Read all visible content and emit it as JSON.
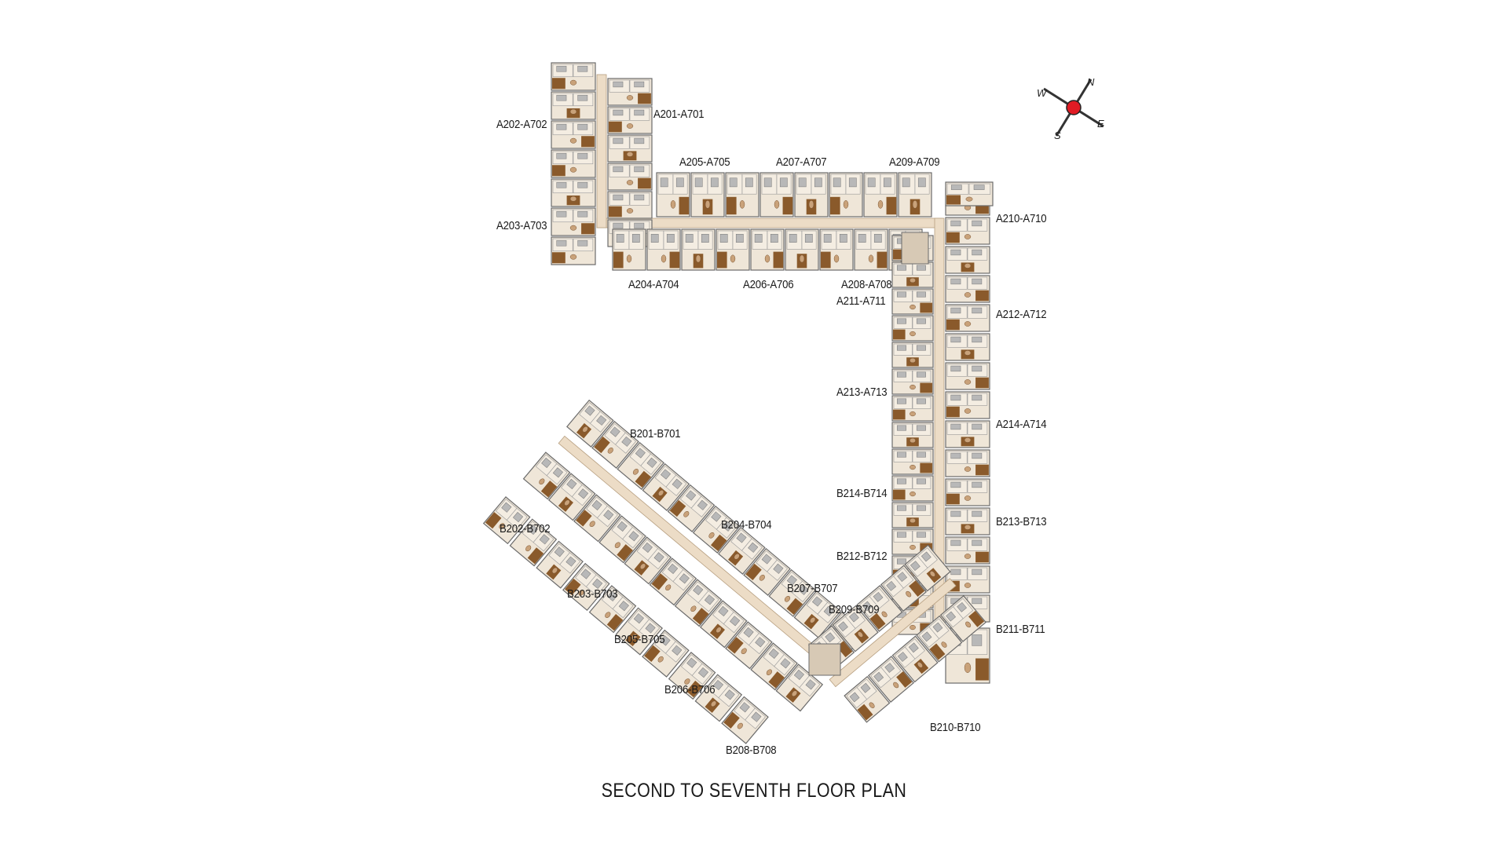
{
  "title": "SECOND TO SEVENTH FLOOR PLAN",
  "compass": {
    "north": "N",
    "south": "S",
    "east": "E",
    "west": "W",
    "center_color": "#e01b24"
  },
  "colors": {
    "corridor": "#ecdcc6",
    "room_floor": "#efe6d8",
    "wood": "#8a5a2b",
    "wall": "#6b6b6b",
    "furniture": "#b8b8b8"
  },
  "wing_a_labels": [
    "A201-A701",
    "A202-A702",
    "A203-A703",
    "A204-A704",
    "A205-A705",
    "A206-A706",
    "A207-A707",
    "A208-A708",
    "A209-A709",
    "A210-A710",
    "A211-A711",
    "A212-A712",
    "A213-A713",
    "A214-A714"
  ],
  "wing_b_labels": [
    "B201-B701",
    "B202-B702",
    "B203-B703",
    "B204-B704",
    "B205-B705",
    "B206-B706",
    "B207-B707",
    "B208-B708",
    "B209-B709",
    "B210-B710",
    "B211-B711",
    "B212-B712",
    "B213-B713",
    "B214-B714"
  ]
}
